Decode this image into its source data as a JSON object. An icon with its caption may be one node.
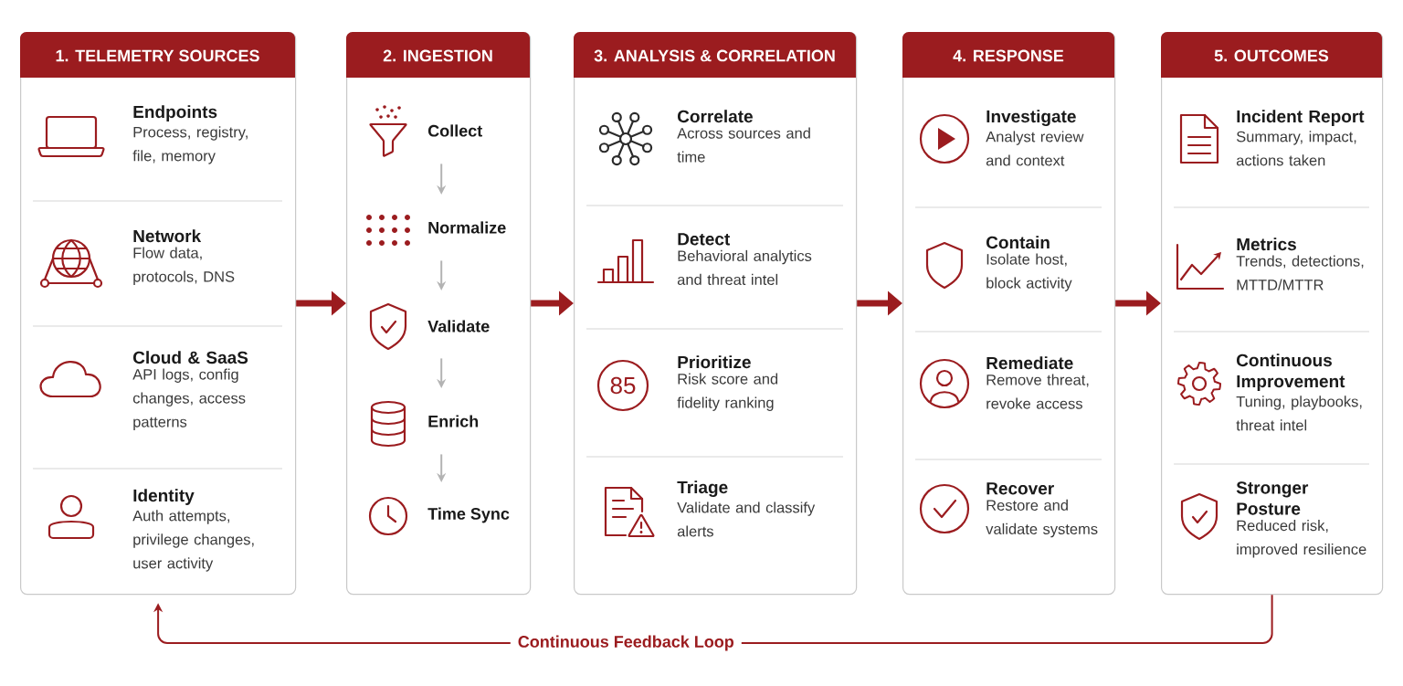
{
  "diagram": {
    "nodes": [
      {
        "text": [
          "1. TELEMETRY SOURCES"
        ]
      },
      {
        "text": [
          "Endpoints",
          "Process, registry, file, memory"
        ],
        "in": 0
      },
      {
        "text": [
          "Network",
          "Flow data, protocols, DNS"
        ],
        "in": 0
      },
      {
        "text": [
          "Cloud & SaaS",
          "API logs, config changes, access patterns"
        ],
        "in": 0
      },
      {
        "text": [
          "Identity",
          "Auth attempts, privilege changes, user activity"
        ],
        "in": 0
      },
      {
        "text": [
          "2. INGESTION"
        ]
      },
      {
        "text": [
          "Collect"
        ],
        "in": 5
      },
      {
        "text": [
          "Normalize"
        ],
        "in": 5
      },
      {
        "text": [
          "Validate"
        ],
        "in": 5
      },
      {
        "text": [
          "Enrich"
        ],
        "in": 5
      },
      {
        "text": [
          "Time Sync"
        ],
        "in": 5
      },
      {
        "text": [
          "3. ANALYSIS & CORRELATION"
        ]
      },
      {
        "text": [
          "Correlate",
          "Across sources and time"
        ],
        "in": 11
      },
      {
        "text": [
          "Detect",
          "Behavioral analytics and threat intel"
        ],
        "in": 11
      },
      {
        "text": [
          "Prioritize",
          "Risk score and fidelity ranking"
        ],
        "in": 11
      },
      {
        "text": [
          "85"
        ],
        "in": 11
      },
      {
        "text": [
          "Triage",
          "Validate and classify alerts"
        ],
        "in": 11
      },
      {
        "text": [
          "4. RESPONSE"
        ]
      },
      {
        "text": [
          "Investigate",
          "Analyst review and context"
        ],
        "in": 17
      },
      {
        "text": [
          "Contain",
          "Isolate host, block activity"
        ],
        "in": 17
      },
      {
        "text": [
          "Remediate",
          "Remove threat, revoke access"
        ],
        "in": 17
      },
      {
        "text": [
          "Recover",
          "Restore and validate systems"
        ],
        "in": 17
      },
      {
        "text": [
          "5. OUTCOMES"
        ]
      },
      {
        "text": [
          "Incident Report",
          "Summary, impact, actions taken"
        ],
        "in": 22
      },
      {
        "text": [
          "Metrics",
          "Trends, detections, MTTD/MTTR"
        ],
        "in": 22
      },
      {
        "text": [
          "Continuous Improvement",
          "Tuning, playbooks, threat intel"
        ],
        "in": 22
      },
      {
        "text": [
          "Stronger Posture",
          "Reduced risk, improved resilience"
        ],
        "in": 22
      }
    ],
    "edges": [
      {
        "from": 0,
        "to": 5,
        "arrow": "to",
        "style": "thick"
      },
      {
        "from": 5,
        "to": 11,
        "arrow": "to",
        "style": "thick"
      },
      {
        "from": 11,
        "to": 17,
        "arrow": "to",
        "style": "thick"
      },
      {
        "from": 17,
        "to": 22,
        "arrow": "to",
        "style": "thick"
      },
      {
        "from": 6,
        "to": 7,
        "arrow": "to",
        "color": "#b3b3b3"
      },
      {
        "from": 7,
        "to": 8,
        "arrow": "to",
        "color": "#b3b3b3"
      },
      {
        "from": 8,
        "to": 9,
        "arrow": "to",
        "color": "#b3b3b3"
      },
      {
        "from": 9,
        "to": 10,
        "arrow": "to",
        "color": "#b3b3b3"
      },
      {
        "from": 22,
        "to": 0,
        "arrow": "to",
        "label": "Continuous Feedback Loop"
      }
    ]
  }
}
